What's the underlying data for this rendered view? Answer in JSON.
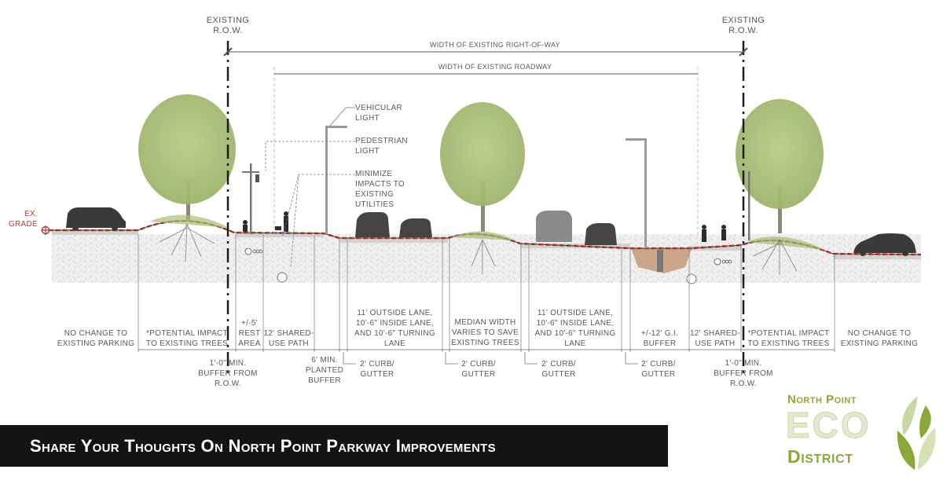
{
  "header": {
    "row_left": {
      "line1": "EXISTING",
      "line2": "R.O.W."
    },
    "row_right": {
      "line1": "EXISTING",
      "line2": "R.O.W."
    },
    "dim_row": "WIDTH OF EXISTING RIGHT-OF-WAY",
    "dim_roadway": "WIDTH OF EXISTING ROADWAY"
  },
  "grade": {
    "line1": "EX.",
    "line2": "GRADE",
    "color": "#b03a3a"
  },
  "callouts": {
    "vehicular_light": {
      "line1": "VEHICULAR",
      "line2": "LIGHT"
    },
    "pedestrian_light": {
      "line1": "PEDESTRIAN",
      "line2": "LIGHT"
    },
    "utilities": {
      "line1": "MINIMIZE",
      "line2": "IMPACTS TO",
      "line3": "EXISTING",
      "line4": "UTILITIES"
    }
  },
  "segments": [
    {
      "id": "parking-left",
      "lines": [
        "NO CHANGE TO",
        "EXISTING PARKING"
      ]
    },
    {
      "id": "trees-left",
      "lines": [
        "*POTENTIAL IMPACT",
        "TO EXISTING TREES"
      ]
    },
    {
      "id": "rest-area",
      "lines": [
        "+/-5'",
        "REST",
        "AREA"
      ]
    },
    {
      "id": "shared-path-left",
      "lines": [
        "12' SHARED-",
        "USE PATH"
      ]
    },
    {
      "id": "lanes-left",
      "lines": [
        "11' OUTSIDE LANE,",
        "10'-6\" INSIDE LANE,",
        "AND 10'-6\" TURNING",
        "LANE"
      ]
    },
    {
      "id": "median",
      "lines": [
        "MEDIAN WIDTH",
        "VARIES TO SAVE",
        "EXISTING TREES"
      ]
    },
    {
      "id": "lanes-right",
      "lines": [
        "11' OUTSIDE LANE,",
        "10'-6\" INSIDE LANE,",
        "AND 10'-6\" TURNING",
        "LANE"
      ]
    },
    {
      "id": "gi-buffer",
      "lines": [
        "+/-12' G.I.",
        "BUFFER"
      ]
    },
    {
      "id": "shared-path-right",
      "lines": [
        "12' SHARED-",
        "USE PATH"
      ]
    },
    {
      "id": "trees-right",
      "lines": [
        "*POTENTIAL IMPACT",
        "TO EXISTING TREES"
      ]
    },
    {
      "id": "parking-right",
      "lines": [
        "NO CHANGE TO",
        "EXISTING PARKING"
      ]
    }
  ],
  "lower_notes": [
    {
      "id": "buffer-left",
      "lines": [
        "1'-0\" MIN.",
        "BUFFER FROM",
        "R.O.W."
      ]
    },
    {
      "id": "planted-buffer",
      "lines": [
        "6' MIN.",
        "PLANTED",
        "BUFFER"
      ]
    },
    {
      "id": "curb-1",
      "lines": [
        "2' CURB/",
        "GUTTER"
      ]
    },
    {
      "id": "curb-2",
      "lines": [
        "2' CURB/",
        "GUTTER"
      ]
    },
    {
      "id": "curb-3",
      "lines": [
        "2' CURB/",
        "GUTTER"
      ]
    },
    {
      "id": "curb-4",
      "lines": [
        "2' CURB/",
        "GUTTER"
      ]
    },
    {
      "id": "buffer-right",
      "lines": [
        "1'-0\" MIN.",
        "BUFFER FROM",
        "R.O.W."
      ]
    }
  ],
  "banner": {
    "text": "Share Your Thoughts On North Point Parkway Improvements"
  },
  "logo": {
    "line1": "North Point",
    "line2": "ECO",
    "line3": "District",
    "color": "#8aa83a"
  },
  "colors": {
    "grade_line": "#c0392b",
    "soil": "#ececec",
    "pavement": "#cfcfcf",
    "tree": "#a9bf7e",
    "vehicle": "#3a3a3a",
    "banner_bg": "#141414"
  }
}
